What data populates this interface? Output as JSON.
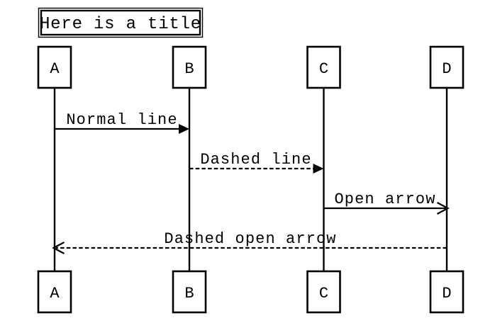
{
  "title": "Here is a title",
  "actors": [
    {
      "id": "A",
      "label": "A"
    },
    {
      "id": "B",
      "label": "B"
    },
    {
      "id": "C",
      "label": "C"
    },
    {
      "id": "D",
      "label": "D"
    }
  ],
  "messages": [
    {
      "label": "Normal line",
      "from": "A",
      "to": "B",
      "line_style": "solid",
      "arrowhead": "filled"
    },
    {
      "label": "Dashed line",
      "from": "B",
      "to": "C",
      "line_style": "dashed",
      "arrowhead": "filled"
    },
    {
      "label": "Open arrow",
      "from": "C",
      "to": "D",
      "line_style": "solid",
      "arrowhead": "open"
    },
    {
      "label": "Dashed open arrow",
      "from": "D",
      "to": "A",
      "line_style": "dashed",
      "arrowhead": "open"
    }
  ],
  "colors": {
    "foreground": "#000000",
    "background": "#ffffff"
  }
}
